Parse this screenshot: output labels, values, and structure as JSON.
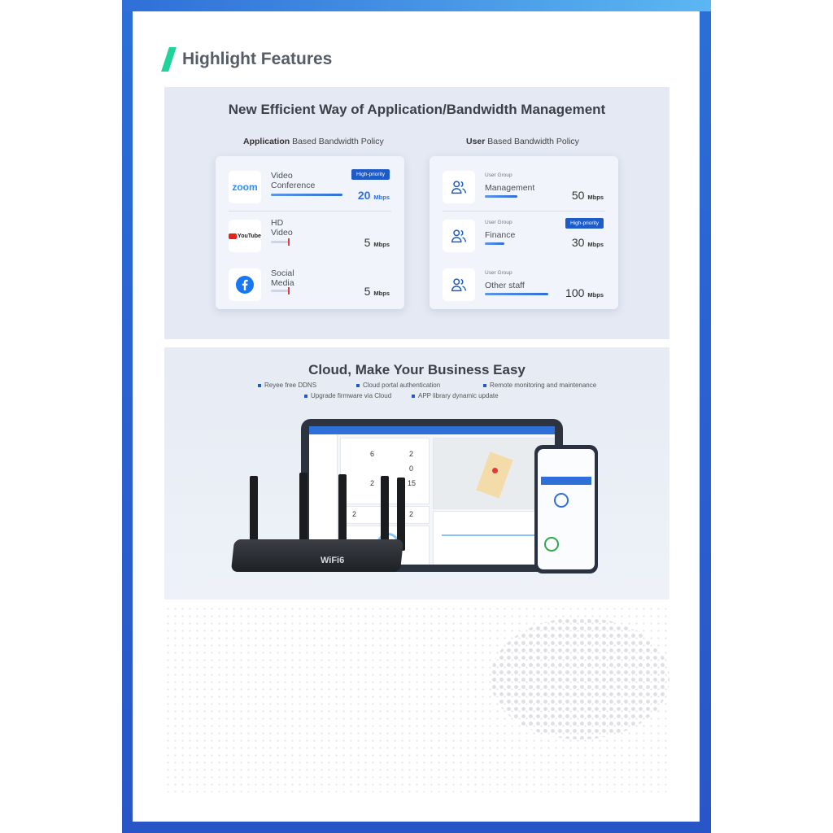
{
  "heading": "Highlight Features",
  "bandwidth": {
    "title": "New Efficient Way of Application/Bandwidth Management",
    "app_col_bold": "Application",
    "app_col_rest": " Based Bandwidth Policy",
    "user_col_bold": "User",
    "user_col_rest": " Based Bandwidth Policy",
    "badge": "High-priority",
    "unit": "Mbps",
    "apps": [
      {
        "icon": "zoom",
        "line1": "Video",
        "line2": "Conference",
        "speed": "20",
        "bar_fraction": 0.85
      },
      {
        "icon": "YouTube",
        "line1": "HD",
        "line2": "Video",
        "speed": "5",
        "bar_fraction": 0.25
      },
      {
        "icon": "facebook-icon",
        "line1": "Social",
        "line2": "Media",
        "speed": "5",
        "bar_fraction": 0.25
      }
    ],
    "users": [
      {
        "group": "User Group",
        "name": "Management",
        "speed": "50",
        "bar_fraction": 0.4
      },
      {
        "group": "User Group",
        "name": "Finance",
        "speed": "30",
        "bar_fraction": 0.25
      },
      {
        "group": "User Group",
        "name": "Other staff",
        "speed": "100",
        "bar_fraction": 0.85
      }
    ]
  },
  "cloud": {
    "title": "Cloud, Make Your Business Easy",
    "features": [
      "Reyee free DDNS",
      "Cloud portal authentication",
      "Remote monitoring and maintenance",
      "Upgrade firmware via Cloud",
      "APP library dynamic update"
    ],
    "router_label": "WiFi6",
    "dash_numbers": [
      "6",
      "2",
      "0",
      "2",
      "15",
      "2",
      "2"
    ]
  }
}
